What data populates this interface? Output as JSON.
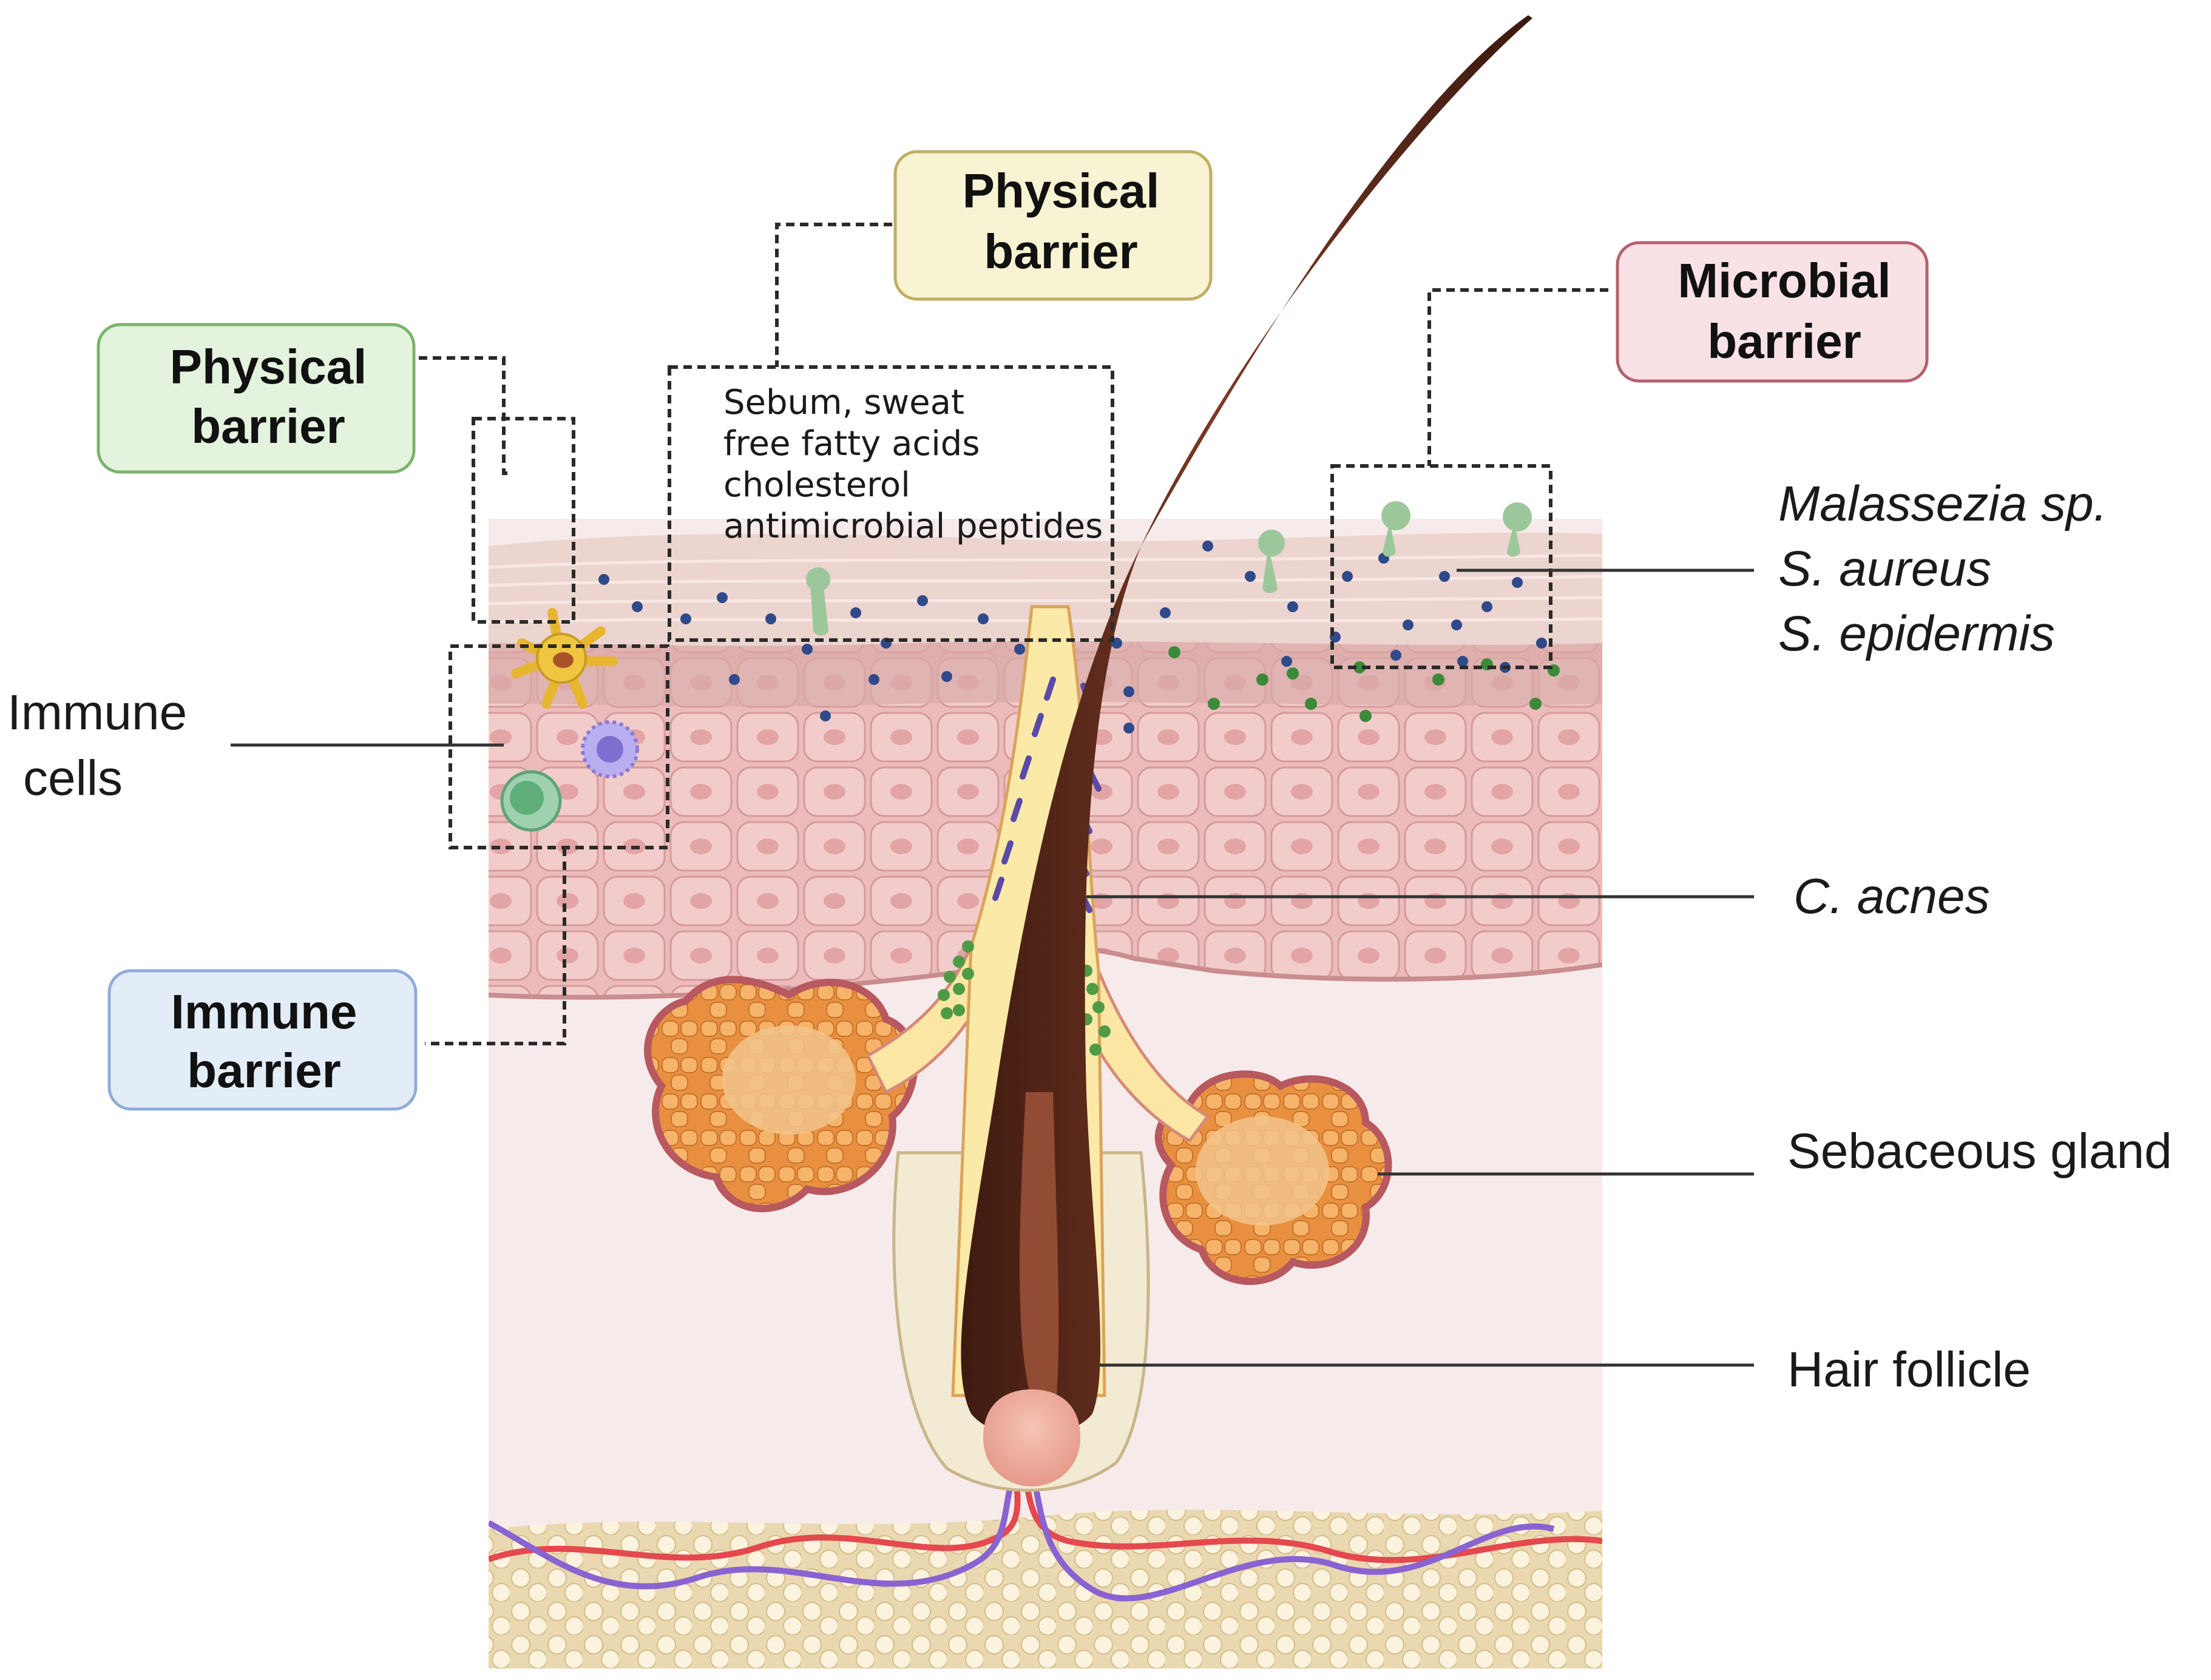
{
  "boxes": {
    "physical_left": {
      "line1": "Physical",
      "line2": "barrier",
      "fill": "#e3f3dd",
      "stroke": "#7ab36a"
    },
    "physical_top": {
      "line1": "Physical",
      "line2": "barrier",
      "fill": "#f8f3d2",
      "stroke": "#c0ae62"
    },
    "microbial": {
      "line1": "Microbial",
      "line2": "barrier",
      "fill": "#f9e2e5",
      "stroke": "#b7606c"
    },
    "immune": {
      "line1": "Immune",
      "line2": "barrier",
      "fill": "#e3edf8",
      "stroke": "#8fadd9"
    }
  },
  "sebum_note": {
    "line1": "Sebum, sweat",
    "line2": "free fatty acids",
    "line3": "cholesterol",
    "line4": "antimicrobial peptides"
  },
  "labels": {
    "immune_cells_1": "Immune",
    "immune_cells_2": "cells",
    "malassezia": "Malassezia sp.",
    "s_aureus": "S. aureus",
    "s_epidermis": "S. epidermis",
    "c_acnes": "C. acnes",
    "sebaceous_gland": "Sebaceous gland",
    "hair_follicle": "Hair follicle"
  },
  "colors": {
    "hair": "#5a2a1c",
    "dermis": "#f6ebea",
    "epidermis": "#e8b3b3",
    "stratum_corneum": "#ecd4cf",
    "sebocyte": "#f2a65a",
    "fat": "#f0e3c4",
    "artery": "#e5484d",
    "vein": "#8a63d2",
    "bacteria_blue": "#2f4a8a",
    "bacteria_green": "#3a8a3a",
    "fungus": "#9cc79a"
  }
}
